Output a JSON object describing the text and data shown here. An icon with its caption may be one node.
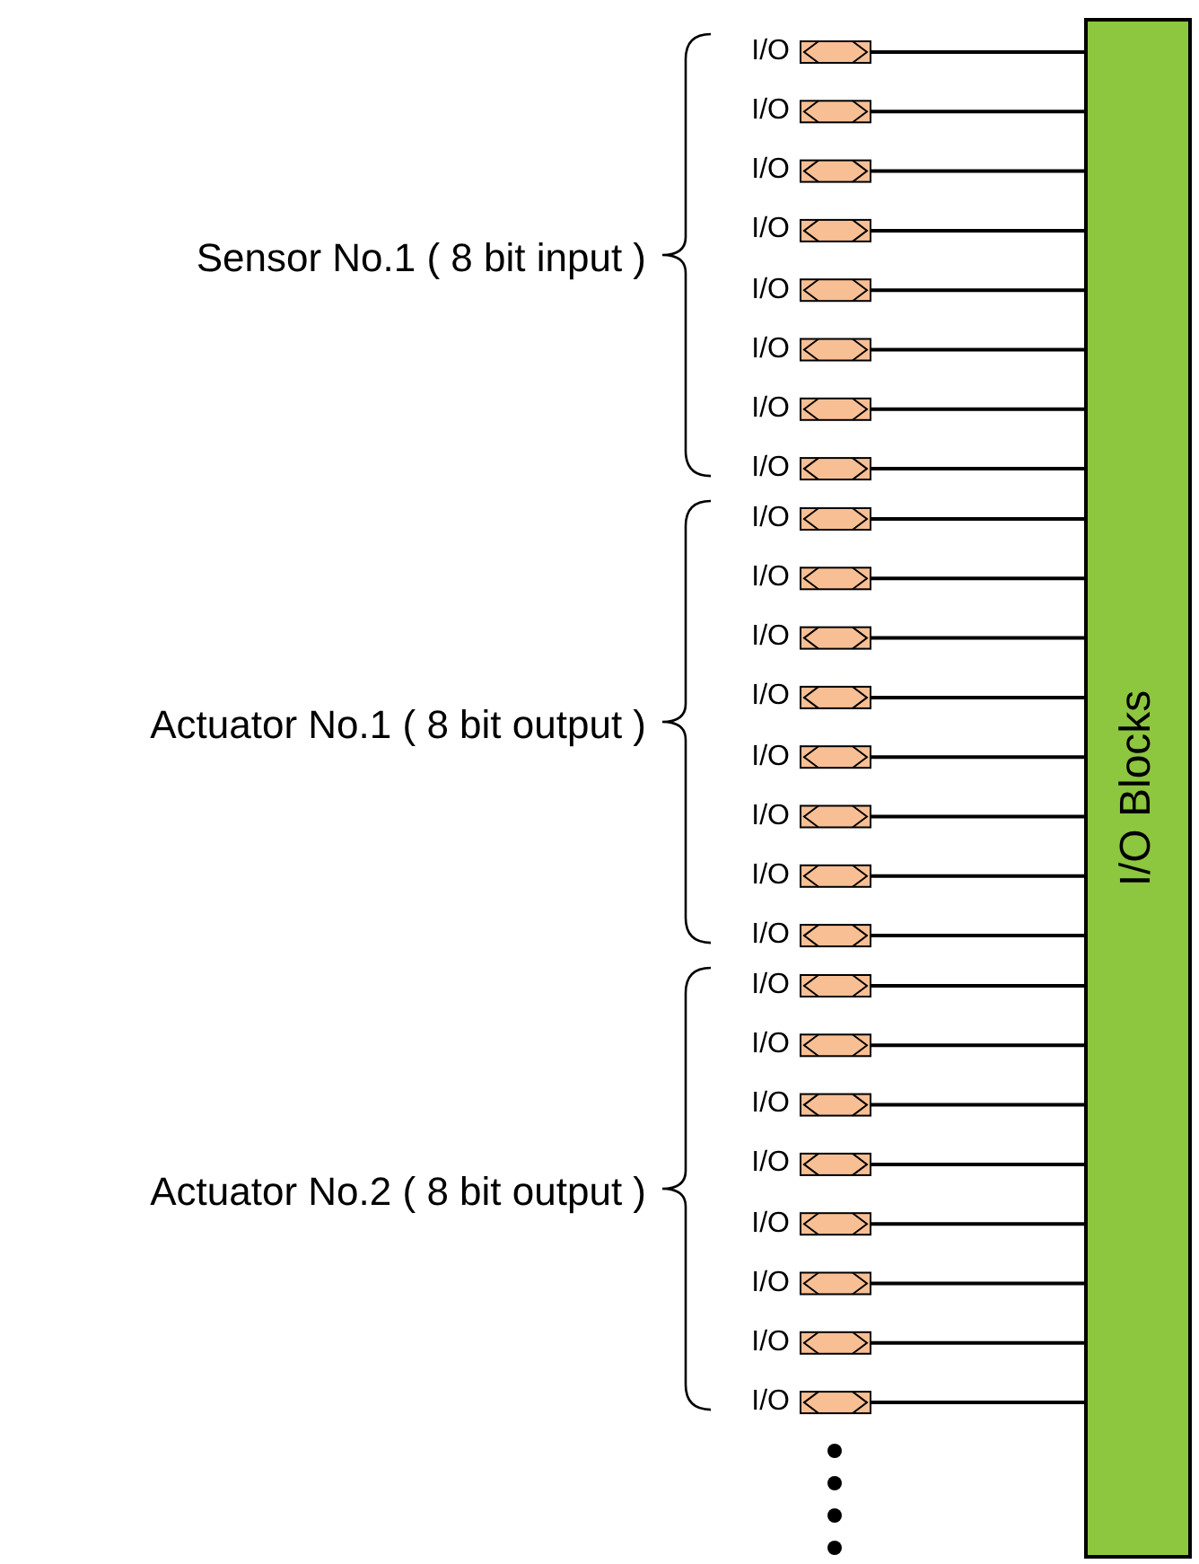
{
  "diagram": {
    "nodes": [
      {
        "text": [
          "I/O Blocks"
        ]
      },
      {
        "text": [
          "I/O"
        ]
      },
      {
        "text": [
          "I/O"
        ]
      },
      {
        "text": [
          "I/O"
        ]
      },
      {
        "text": [
          "I/O"
        ]
      },
      {
        "text": [
          "I/O"
        ]
      },
      {
        "text": [
          "I/O"
        ]
      },
      {
        "text": [
          "I/O"
        ]
      },
      {
        "text": [
          "I/O"
        ]
      },
      {
        "text": [
          "I/O"
        ]
      },
      {
        "text": [
          "I/O"
        ]
      },
      {
        "text": [
          "I/O"
        ]
      },
      {
        "text": [
          "I/O"
        ]
      },
      {
        "text": [
          "I/O"
        ]
      },
      {
        "text": [
          "I/O"
        ]
      },
      {
        "text": [
          "I/O"
        ]
      },
      {
        "text": [
          "I/O"
        ]
      },
      {
        "text": [
          "I/O"
        ]
      },
      {
        "text": [
          "I/O"
        ]
      },
      {
        "text": [
          "I/O"
        ]
      },
      {
        "text": [
          "I/O"
        ]
      },
      {
        "text": [
          "I/O"
        ]
      },
      {
        "text": [
          "I/O"
        ]
      },
      {
        "text": [
          "I/O"
        ]
      },
      {
        "text": [
          "I/O"
        ]
      }
    ],
    "edges": [
      {
        "from": 1,
        "to": 0,
        "arrow": "other"
      },
      {
        "from": 2,
        "to": 0,
        "arrow": "other"
      },
      {
        "from": 3,
        "to": 0,
        "arrow": "other"
      },
      {
        "from": 4,
        "to": 0,
        "arrow": "other"
      },
      {
        "from": 5,
        "to": 0,
        "arrow": "other"
      },
      {
        "from": 6,
        "to": 0,
        "arrow": "other"
      },
      {
        "from": 7,
        "to": 0,
        "arrow": "other"
      },
      {
        "from": 8,
        "to": 0,
        "arrow": "other"
      },
      {
        "from": 9,
        "to": 0,
        "arrow": "other"
      },
      {
        "from": 10,
        "to": 0,
        "arrow": "other"
      },
      {
        "from": 11,
        "to": 0,
        "arrow": "other"
      },
      {
        "from": 12,
        "to": 0,
        "arrow": "other"
      },
      {
        "from": 13,
        "to": 0,
        "arrow": "other"
      },
      {
        "from": 14,
        "to": 0,
        "arrow": "other"
      },
      {
        "from": 15,
        "to": 0,
        "arrow": "other"
      },
      {
        "from": 16,
        "to": 0,
        "arrow": "other"
      },
      {
        "from": 17,
        "to": 0,
        "arrow": "other"
      },
      {
        "from": 18,
        "to": 0,
        "arrow": "other"
      },
      {
        "from": 19,
        "to": 0,
        "arrow": "other"
      },
      {
        "from": 20,
        "to": 0,
        "arrow": "other"
      },
      {
        "from": 21,
        "to": 0,
        "arrow": "other"
      },
      {
        "from": 22,
        "to": 0,
        "arrow": "other"
      },
      {
        "from": 23,
        "to": 0,
        "arrow": "other"
      },
      {
        "from": 24,
        "to": 0,
        "arrow": "other"
      }
    ],
    "labels": [
      "Sensor No.1 ( 8 bit input )",
      "Actuator No.1 ( 8 bit output )",
      "Actuator No.2 ( 8 bit output )"
    ]
  }
}
